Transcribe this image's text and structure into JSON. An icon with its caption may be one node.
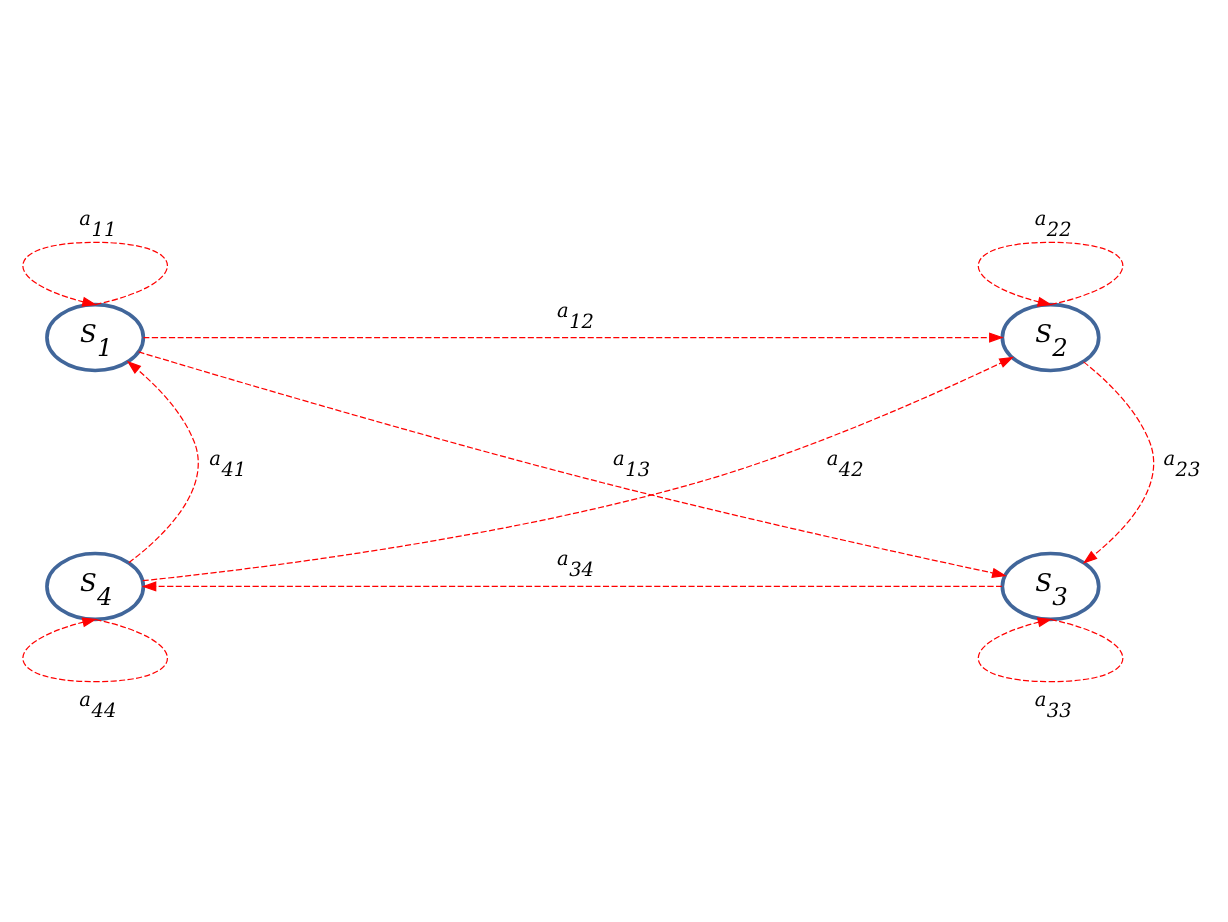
{
  "diagram": {
    "nodes": [
      {
        "text": [
          "S$_{1}$"
        ]
      },
      {
        "text": [
          "S$_{2}$"
        ]
      },
      {
        "text": [
          "S$_{4}$"
        ]
      },
      {
        "text": [
          "S$_{3}$"
        ]
      }
    ],
    "edges": [
      {
        "from": 0,
        "to": 0,
        "arrow": "to",
        "label": "a$_{11}$",
        "style": "dashed"
      },
      {
        "from": 1,
        "to": 1,
        "arrow": "to",
        "label": "a$_{22}$",
        "style": "dashed"
      },
      {
        "from": 0,
        "to": 1,
        "arrow": "to",
        "label": "a$_{12}$",
        "style": "dashed"
      },
      {
        "from": 2,
        "to": 0,
        "arrow": "to",
        "label": "a$_{41}$",
        "style": "dashed"
      },
      {
        "from": 0,
        "to": 3,
        "arrow": "to",
        "label": "a$_{13}$",
        "style": "dashed"
      },
      {
        "from": 2,
        "to": 1,
        "arrow": "to",
        "label": "a$_{42}$",
        "style": "dashed"
      },
      {
        "from": 1,
        "to": 3,
        "arrow": "to",
        "label": "a$_{23}$",
        "style": "dashed"
      },
      {
        "from": 3,
        "to": 2,
        "arrow": "to",
        "label": "a$_{34}$",
        "style": "dashed"
      },
      {
        "from": 2,
        "to": 2,
        "arrow": "to",
        "label": "a$_{44}$",
        "style": "dashed"
      },
      {
        "from": 3,
        "to": 3,
        "arrow": "to",
        "label": "a$_{33}$",
        "style": "dashed"
      }
    ]
  }
}
